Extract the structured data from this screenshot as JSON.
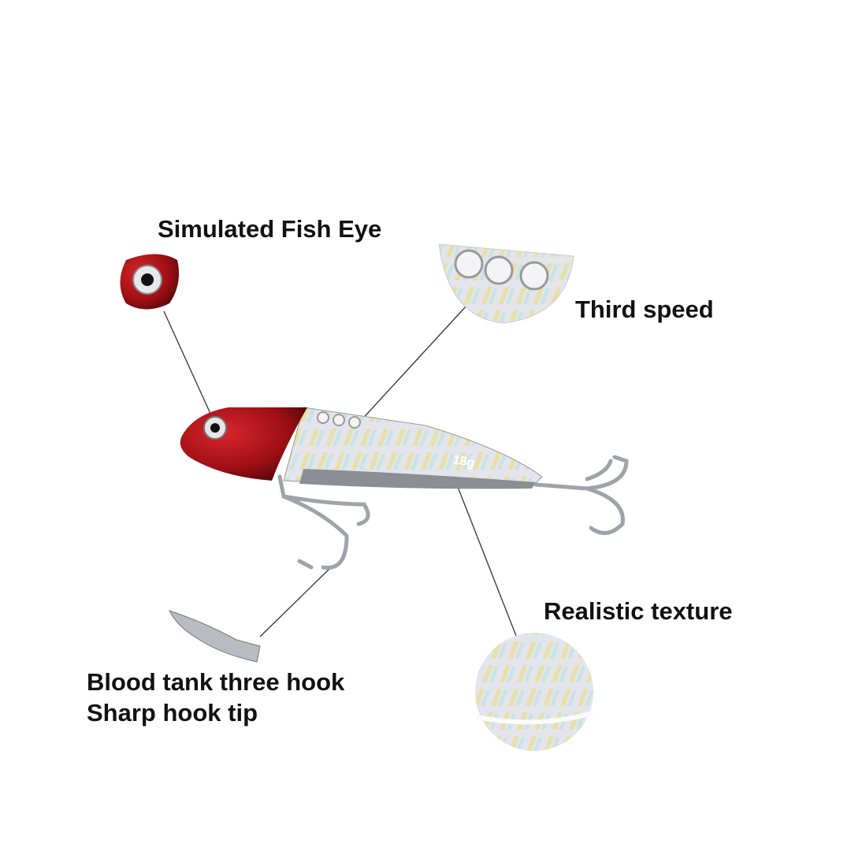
{
  "labels": {
    "fish_eye": "Simulated Fish Eye",
    "third_speed": "Third speed",
    "realistic_texture": "Realistic texture",
    "hook_line1": "Blood tank three hook",
    "hook_line2": "Sharp hook tip"
  },
  "lure": {
    "weight_marking": "18g"
  },
  "colors": {
    "head_red": "#9e0f14",
    "body_silver": "#dcdde4",
    "text": "#111111"
  }
}
